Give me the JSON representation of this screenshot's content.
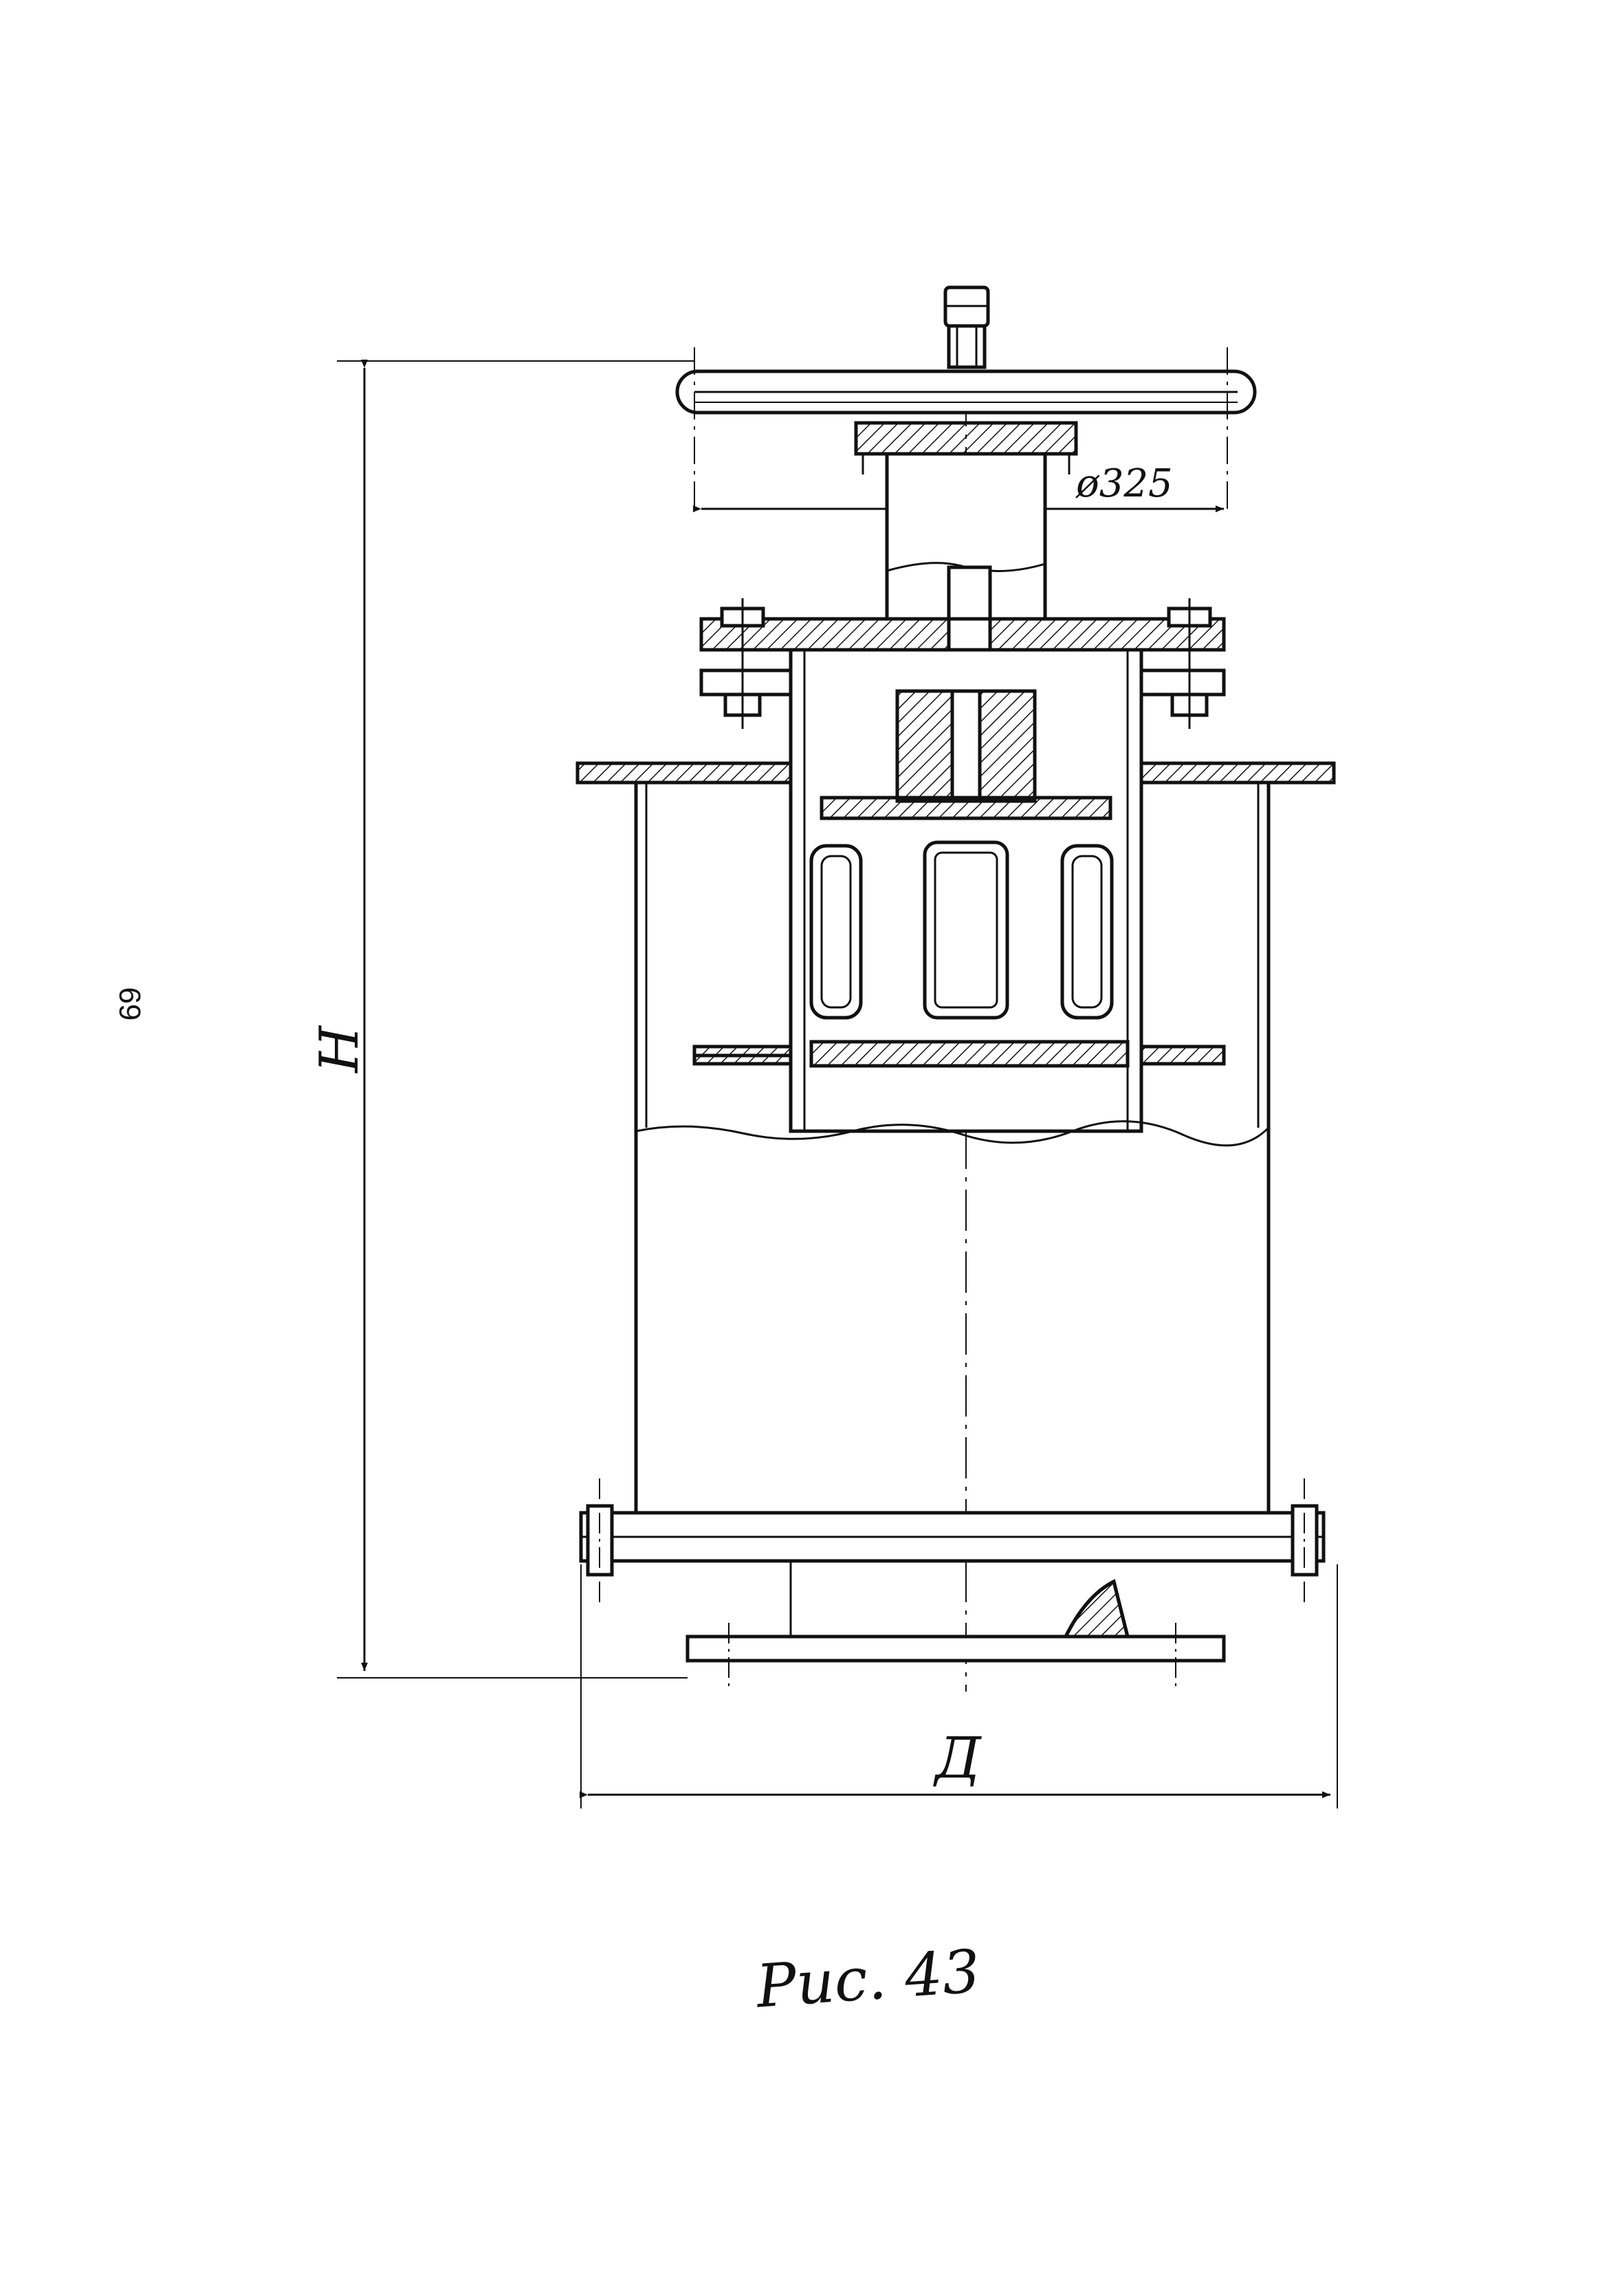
{
  "page": {
    "page_number": "69",
    "caption": "Рис. 43"
  },
  "dimensions": {
    "height_label": "H",
    "diameter_label": "Д",
    "handwheel_diameter_label": "ø325"
  },
  "colors": {
    "ink": "#111111",
    "paper": "#ffffff"
  }
}
